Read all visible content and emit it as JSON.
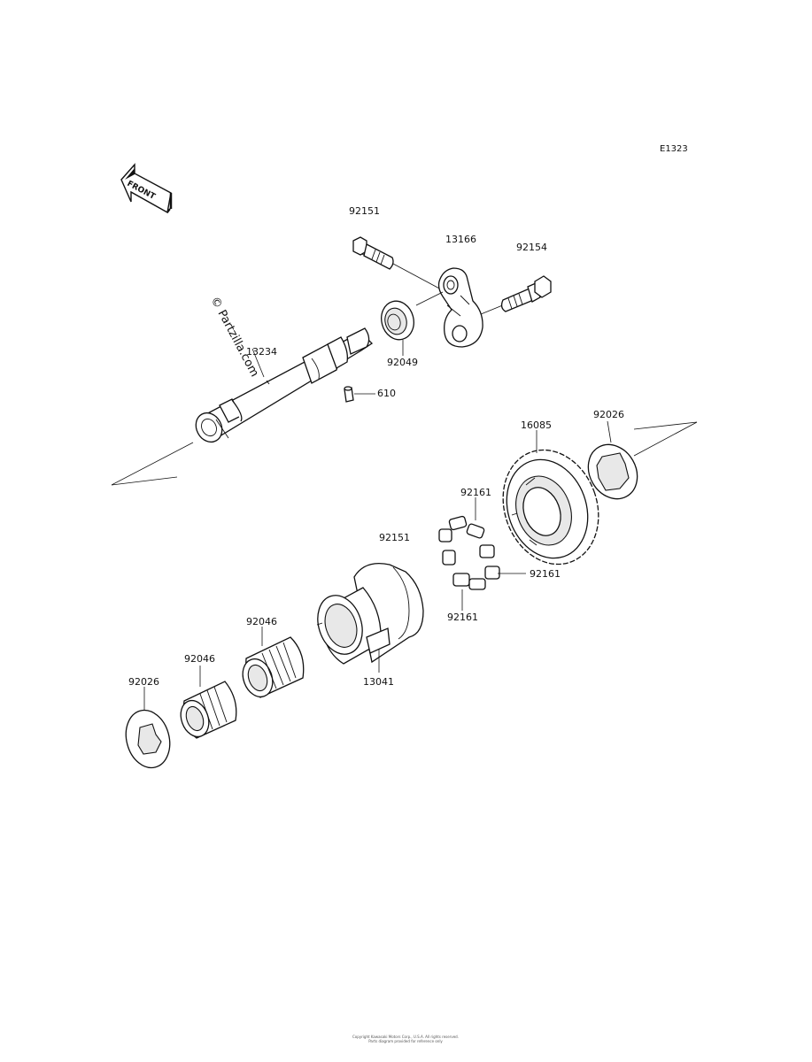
{
  "diagram_code": "E1323",
  "front_label": "FRONT",
  "watermark": "© Partzilla.com",
  "labels": {
    "bolt_top": "92151",
    "arm": "13166",
    "bolt_right": "92154",
    "shaft": "13234",
    "seal": "92049",
    "pin": "610",
    "gear": "16085",
    "washer_right": "92026",
    "damper_top": "92161",
    "damper_right": "92161",
    "damper_bottom": "92161",
    "hub_ref": "92151",
    "hub": "13041",
    "bearing_right": "92046",
    "bearing_left": "92046",
    "washer_left": "92026"
  },
  "footer": {
    "line1": "Copyright Kawasaki Motors Corp., U.S.A. All rights reserved.",
    "line2": "Parts diagram provided for reference only"
  }
}
